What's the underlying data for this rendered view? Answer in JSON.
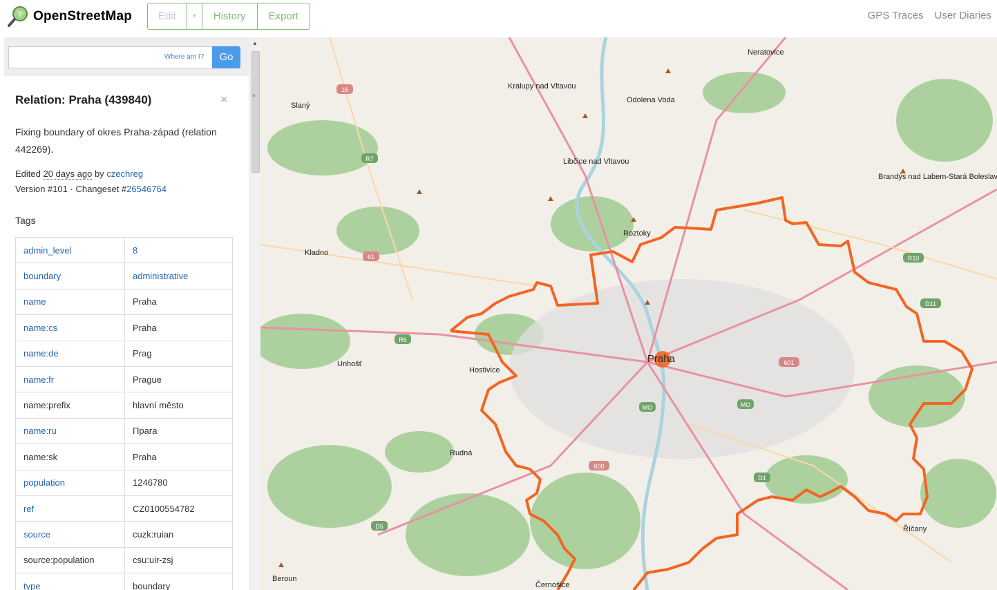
{
  "header": {
    "brand": "OpenStreetMap",
    "nav": {
      "edit": "Edit",
      "dropdown": "▾",
      "history": "History",
      "export": "Export"
    },
    "right_links": [
      "GPS Traces",
      "User Diaries"
    ]
  },
  "search": {
    "placeholder": "",
    "where_am_i": "Where am I?",
    "go": "Go"
  },
  "relation": {
    "title": "Relation: Praha (439840)",
    "close": "×",
    "comment": "Fixing boundary of okres Praha-západ (relation 442269).",
    "edited_prefix": "Edited ",
    "edited_ago": "20 days ago",
    "edited_by": " by ",
    "user": "czechreg",
    "version": "Version #101 · Changeset #",
    "changeset": "26546764",
    "tags_heading": "Tags",
    "tags": [
      {
        "k": "admin_level",
        "v": "8",
        "klink": true,
        "vlink": true
      },
      {
        "k": "boundary",
        "v": "administrative",
        "klink": true,
        "vlink": true
      },
      {
        "k": "name",
        "v": "Praha",
        "klink": true,
        "vlink": false
      },
      {
        "k": "name:cs",
        "v": "Praha",
        "klink": true,
        "vlink": false
      },
      {
        "k": "name:de",
        "v": "Prag",
        "klink": true,
        "vlink": false
      },
      {
        "k": "name:fr",
        "v": "Prague",
        "klink": true,
        "vlink": false
      },
      {
        "k": "name:prefix",
        "v": "hlavní město",
        "klink": false,
        "vlink": false
      },
      {
        "k": "name:ru",
        "v": "Прага",
        "klink": true,
        "vlink": false
      },
      {
        "k": "name:sk",
        "v": "Praha",
        "klink": false,
        "vlink": false
      },
      {
        "k": "population",
        "v": "1246780",
        "klink": true,
        "vlink": false
      },
      {
        "k": "ref",
        "v": "CZ0100554782",
        "klink": true,
        "vlink": false
      },
      {
        "k": "source",
        "v": "cuzk:ruian",
        "klink": true,
        "vlink": false
      },
      {
        "k": "source:population",
        "v": "csu:uir-zsj",
        "klink": false,
        "vlink": false
      },
      {
        "k": "type",
        "v": "boundary",
        "klink": true,
        "vlink": false
      }
    ]
  },
  "map": {
    "places": [
      "Neratovice",
      "Kralupy nad Vltavou",
      "Odolena Voda",
      "Slaný",
      "Libčice nad Vltavou",
      "Brandýs nad Labem-Stará Boleslav",
      "Roztoky",
      "Kladno",
      "Praha",
      "Unhošť",
      "Hostivice",
      "Rudná",
      "Říčany",
      "Beroun",
      "Černošice"
    ],
    "colors": {
      "boundary": "#f26522",
      "forest": "#add19e",
      "land": "#f2efe9",
      "water": "#aad3df",
      "major_road": "#e892a2"
    }
  }
}
